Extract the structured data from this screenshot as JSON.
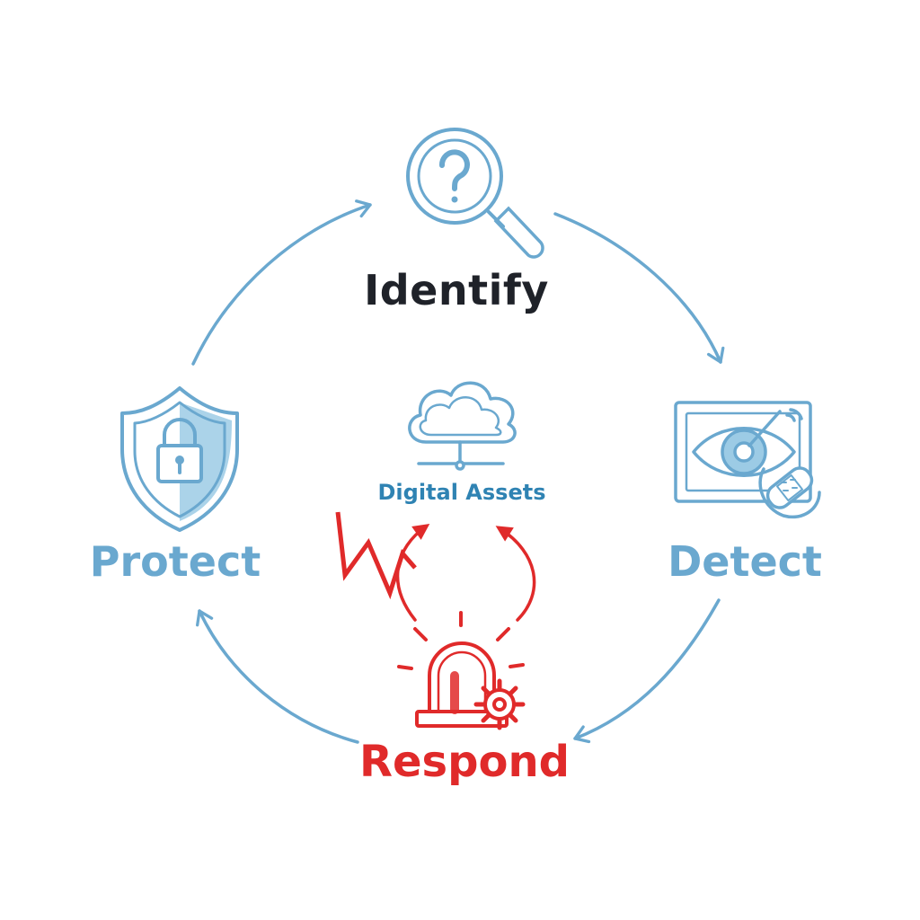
{
  "colors": {
    "blue": "#6aa8cf",
    "blue_fill": "#9ccbe5",
    "red": "#e02a2a",
    "dark": "#1f2229",
    "assets_text": "#2f83b3"
  },
  "stages": {
    "identify": {
      "label": "Identify",
      "icon": "magnifier-question-icon"
    },
    "detect": {
      "label": "Detect",
      "icon": "monitor-eye-icon"
    },
    "respond": {
      "label": "Respond",
      "icon": "alarm-siren-gear-icon"
    },
    "protect": {
      "label": "Protect",
      "icon": "shield-lock-icon"
    }
  },
  "center": {
    "label": "Digital Assets",
    "icon": "cloud-network-icon"
  }
}
